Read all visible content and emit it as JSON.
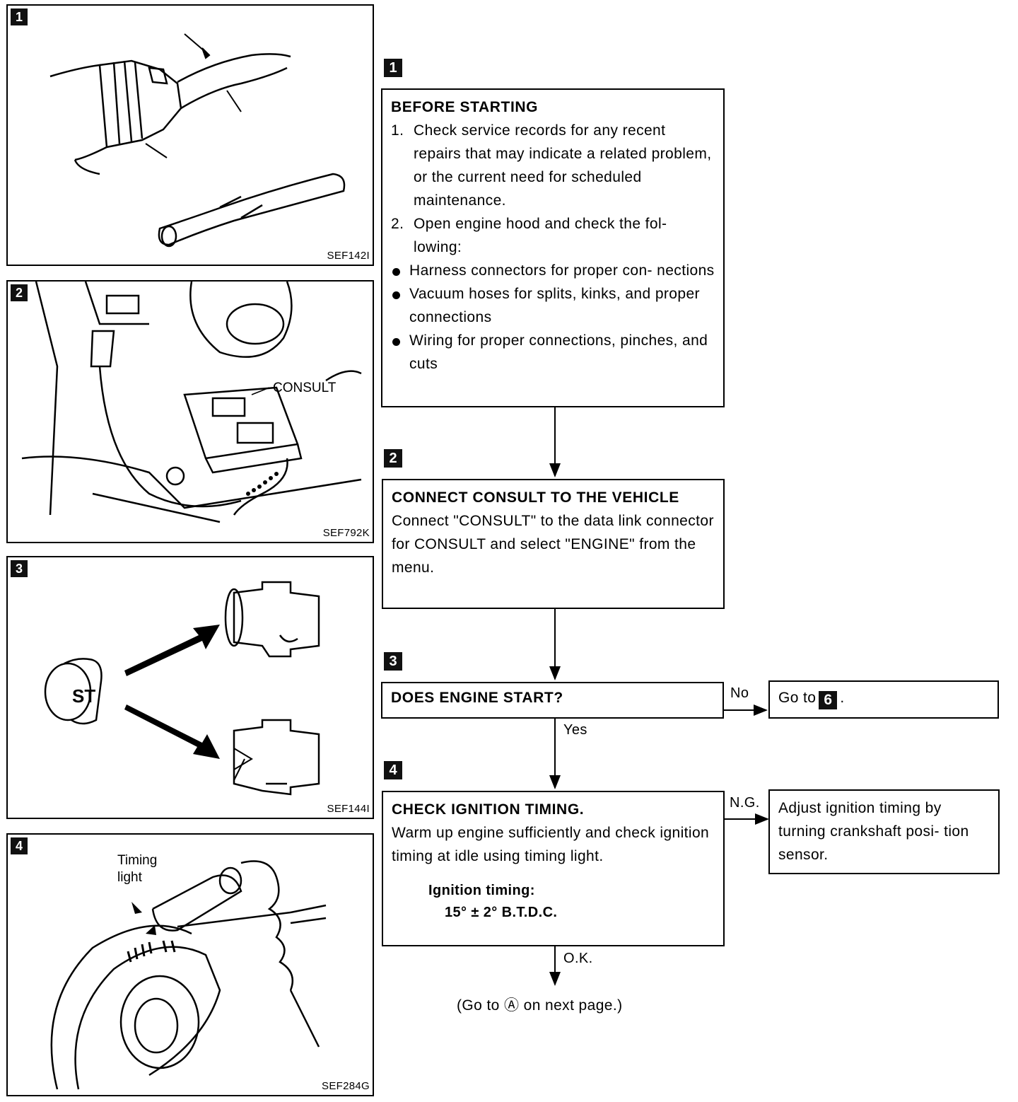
{
  "panels": [
    {
      "num": "1",
      "code": "SEF142I"
    },
    {
      "num": "2",
      "code": "SEF792K",
      "callout": "CONSULT"
    },
    {
      "num": "3",
      "code": "SEF144I",
      "key_label": "ST"
    },
    {
      "num": "4",
      "code": "SEF284G",
      "callout_line1": "Timing",
      "callout_line2": "light"
    }
  ],
  "steps": {
    "s1": {
      "num": "1",
      "title": "BEFORE STARTING",
      "items": [
        {
          "n": "1.",
          "text": "Check service records for any recent repairs that may indicate a related problem, or the current need for scheduled maintenance."
        },
        {
          "n": "2.",
          "text": "Open engine hood and check the fol- lowing:"
        }
      ],
      "bullets": [
        "Harness connectors for proper con- nections",
        "Vacuum hoses for splits, kinks, and proper connections",
        "Wiring for proper connections, pinches, and cuts"
      ]
    },
    "s2": {
      "num": "2",
      "title": "CONNECT CONSULT TO THE VEHICLE",
      "body": "Connect \"CONSULT\" to the data link connector for CONSULT and select \"ENGINE\" from the menu."
    },
    "s3": {
      "num": "3",
      "title": "DOES ENGINE START?",
      "no_label": "No",
      "yes_label": "Yes",
      "goto_prefix": "Go to",
      "goto_badge": "6",
      "goto_suffix": "."
    },
    "s4": {
      "num": "4",
      "title": "CHECK IGNITION TIMING.",
      "body": "Warm up engine sufficiently and check ignition timing at idle using timing light.",
      "spec_label": "Ignition timing:",
      "spec_value": "15° ± 2° B.T.D.C.",
      "ng_label": "N.G.",
      "ng_action": "Adjust ignition timing by turning crankshaft posi- tion sensor.",
      "ok_label": "O.K.",
      "next": "(Go to Ⓐ on next page.)"
    }
  }
}
